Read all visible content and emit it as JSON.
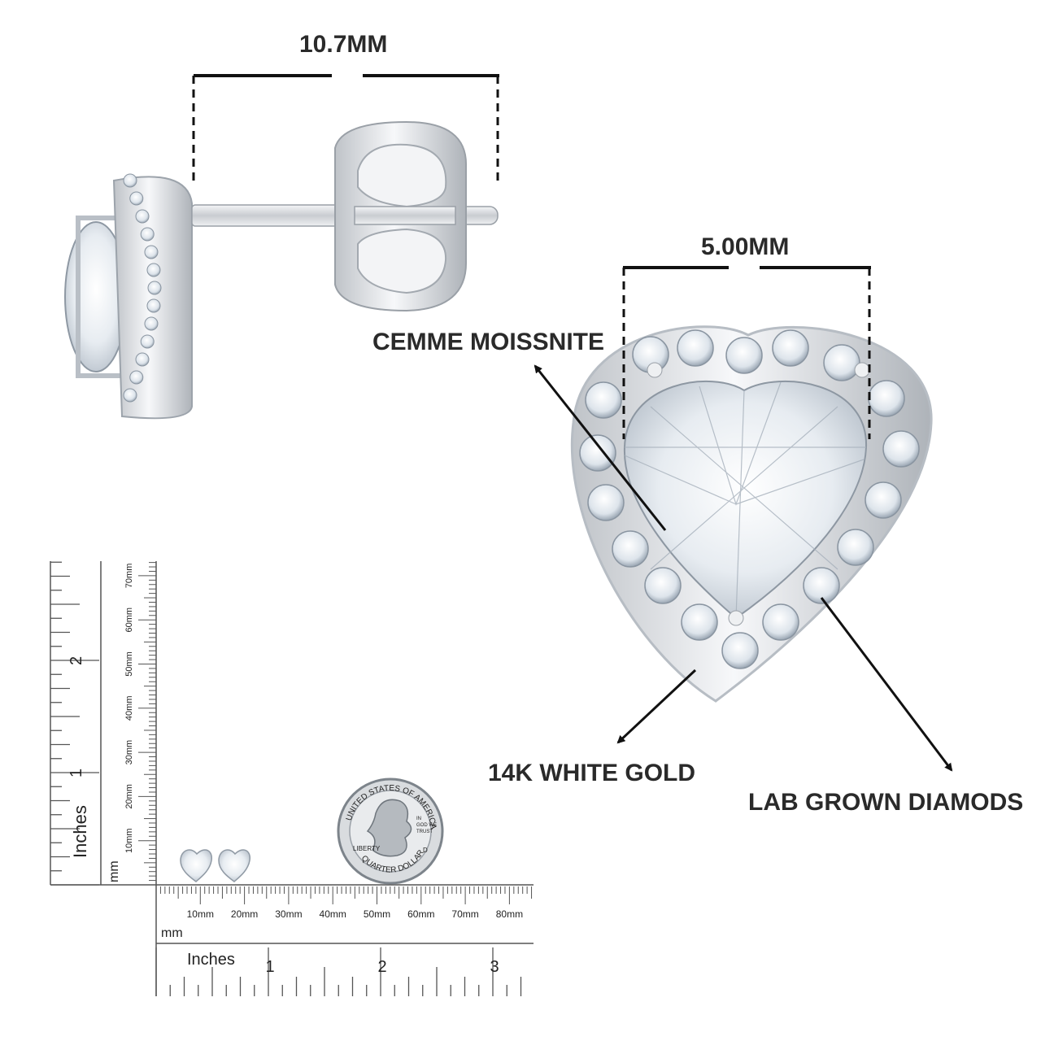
{
  "dimensions": {
    "side_width": "10.7MM",
    "stone_width": "5.00MM"
  },
  "callouts": {
    "center_stone": "CEMME MOISSNITE",
    "metal": "14K WHITE GOLD",
    "halo": "LAB GROWN DIAMODS"
  },
  "ruler": {
    "inches_label": "Inches",
    "mm_label": "mm",
    "vertical_inch_numbers": [
      "1",
      "2"
    ],
    "vertical_mm_numbers": [
      "10mm",
      "20mm",
      "30mm",
      "40mm",
      "50mm",
      "60mm",
      "70mm"
    ],
    "horizontal_mm_numbers": [
      "10mm",
      "20mm",
      "30mm",
      "40mm",
      "50mm",
      "60mm",
      "70mm",
      "80mm"
    ],
    "horizontal_inch_numbers": [
      "1",
      "2",
      "3"
    ]
  },
  "coin": {
    "top_text": "UNITED STATES OF AMERICA",
    "bottom_text": "QUARTER DOLLAR",
    "liberty": "LIBERTY",
    "motto_line1": "IN",
    "motto_line2": "GOD WE",
    "motto_line3": "TRUST",
    "motto_line4": "",
    "mint_mark": "D"
  },
  "colors": {
    "label_text": "#2a2a2a",
    "lines": "#111111",
    "metal": "#c9ccd1"
  }
}
